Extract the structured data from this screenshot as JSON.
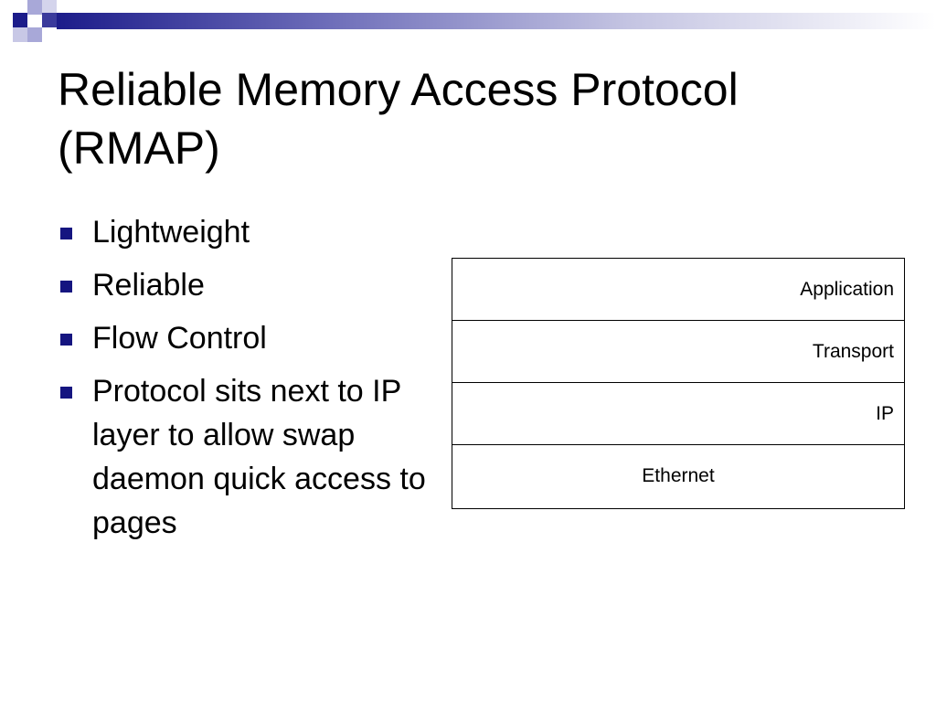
{
  "slide": {
    "title_line1": "Reliable Memory Access Protocol",
    "title_line2": "(RMAP)",
    "bullets": [
      "Lightweight",
      "Reliable",
      "Flow Control",
      "Protocol sits next to IP layer to allow swap daemon quick access to pages"
    ]
  },
  "stack": {
    "layers": [
      "Application",
      "Transport",
      "IP",
      "Ethernet"
    ]
  },
  "theme": {
    "accent": "#1c1c8a",
    "bullet_color": "#151580",
    "deco_light": "#a8a8d8"
  }
}
